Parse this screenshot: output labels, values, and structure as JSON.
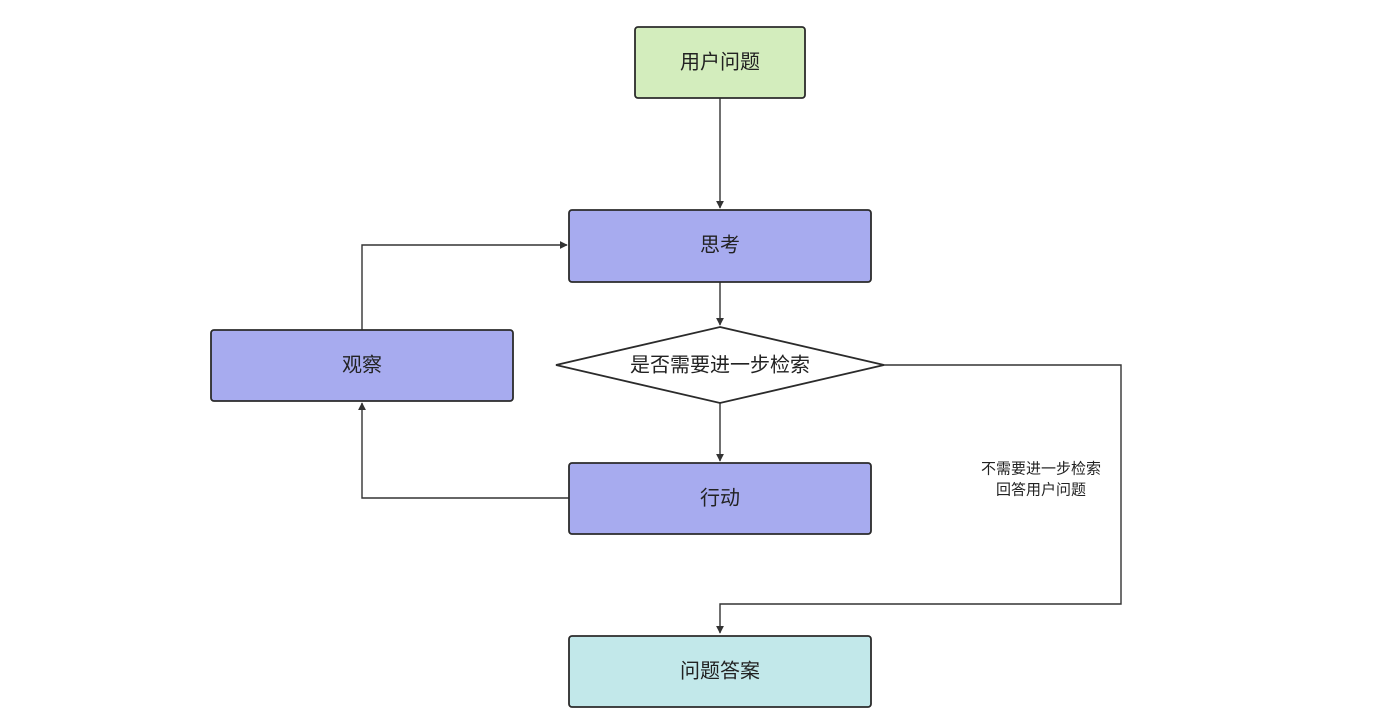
{
  "nodes": {
    "user_question": {
      "label": "用户问题",
      "color": "#d3edbd"
    },
    "think": {
      "label": "思考",
      "color": "#a7abef"
    },
    "observe": {
      "label": "观察",
      "color": "#a7abef"
    },
    "decision": {
      "label": "是否需要进一步检索",
      "color": "#ffffff"
    },
    "action": {
      "label": "行动",
      "color": "#a7abef"
    },
    "answer": {
      "label": "问题答案",
      "color": "#c2e8ea"
    }
  },
  "edges": {
    "no_more_search": {
      "label_lines": [
        "不需要进一步检索",
        "回答用户问题"
      ]
    }
  },
  "colors": {
    "stroke": "#333333"
  }
}
